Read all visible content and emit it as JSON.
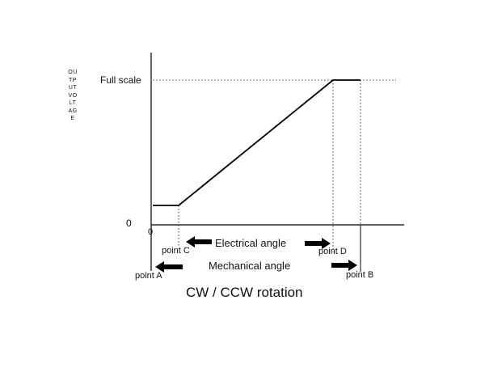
{
  "diagram": {
    "y_axis_label": "OUTPUT VOLTAGE",
    "full_scale_label": "Full scale",
    "zero_y_label": "0",
    "zero_x_label": "0",
    "point_a_label": "point A",
    "point_b_label": "point B",
    "point_c_label": "point C",
    "point_d_label": "point D",
    "electrical_angle_label": "Electrical angle",
    "mechanical_angle_label": "Mechanical angle",
    "caption": "CW / CCW rotation"
  }
}
